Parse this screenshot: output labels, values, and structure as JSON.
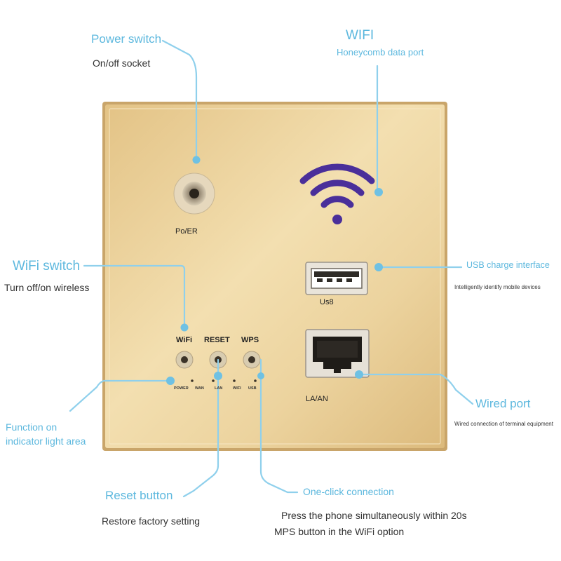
{
  "colors": {
    "accent": "#5db8de",
    "panel": "#e8c98a",
    "wifi_symbol": "#4a2f9a"
  },
  "callouts": {
    "power_switch": {
      "title": "Power switch",
      "sub": "On/off socket"
    },
    "wifi": {
      "title": "WIFI",
      "sub": "Honeycomb data port"
    },
    "wifi_switch": {
      "title": "WiFi switch",
      "sub": "Turn off/on wireless"
    },
    "usb": {
      "title": "USB charge interface",
      "sub": "Intelligently identify mobile devices"
    },
    "wired": {
      "title": "Wired port",
      "sub": "Wired connection of terminal equipment"
    },
    "function": {
      "line1": "Function on",
      "line2": "indicator light area"
    },
    "reset": {
      "title": "Reset button",
      "sub": "Restore factory setting"
    },
    "one_click": {
      "title": "One-click connection",
      "sub1": "Press the phone simultaneously within 20s",
      "sub2": "MPS button in the WiFi option"
    }
  },
  "panel_labels": {
    "power_port": "Po/ER",
    "usb_port": "Us8",
    "lan_port": "LA/AN",
    "wifi_button": "WiFi",
    "reset_button": "RESET",
    "wps_button": "WPS",
    "led_power": "POWER",
    "led_wan": "WAN",
    "led_lan": "LAN",
    "led_wifi": "WIFI",
    "led_usb": "USB"
  }
}
